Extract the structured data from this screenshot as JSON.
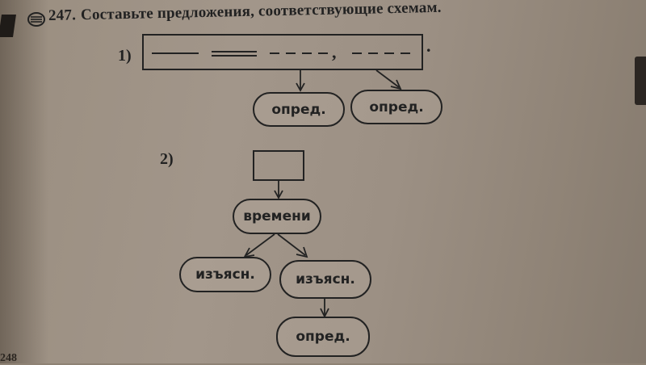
{
  "exercise": {
    "number": "247.",
    "instruction": "Составьте предложения, соответствующие схемам."
  },
  "scheme1": {
    "label": "1)",
    "definition_1": "опред.",
    "definition_2": "опред."
  },
  "scheme2": {
    "label": "2)",
    "time_clause": "времени",
    "explanatory_1": "изъясн.",
    "explanatory_2": "изъясн.",
    "definition": "опред."
  },
  "footer_fragment": "248"
}
